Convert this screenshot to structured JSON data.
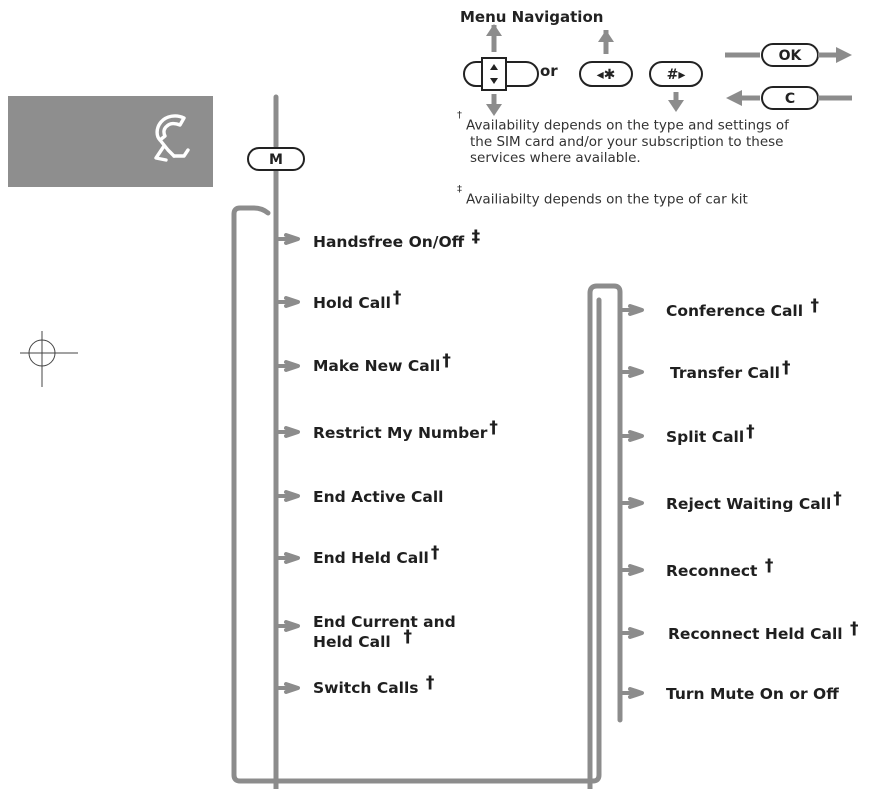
{
  "header": {
    "title": "Menu Navigation",
    "or_label": "or",
    "ok_key": "OK",
    "c_key": "C",
    "star_key": "◂✱",
    "hash_key": "#▸",
    "m_key": "M"
  },
  "notes": {
    "dagger_symbol": "†",
    "dagger_text_1": "Availability depends on the type and settings of",
    "dagger_text_2": "the SIM card and/or your subscription to these",
    "dagger_text_3": "services where available.",
    "ddagger_symbol": "‡",
    "ddagger_text": "Availiabilty depends on the type of car kit"
  },
  "left_menu": [
    {
      "label": "Handsfree On/Off",
      "mark": "‡"
    },
    {
      "label": "Hold Call",
      "mark": "†"
    },
    {
      "label": "Make New Call",
      "mark": "†"
    },
    {
      "label": "Restrict My Number",
      "mark": "†"
    },
    {
      "label": "End Active Call",
      "mark": ""
    },
    {
      "label": "End Held Call",
      "mark": "†"
    },
    {
      "label": "End Current and",
      "mark": ""
    },
    {
      "label": "Held Call",
      "mark": "†"
    },
    {
      "label": "Switch Calls",
      "mark": "†"
    }
  ],
  "right_menu": [
    {
      "label": "Conference Call",
      "mark": "†"
    },
    {
      "label": "Transfer Call",
      "mark": "†"
    },
    {
      "label": "Split Call",
      "mark": "†"
    },
    {
      "label": "Reject Waiting Call",
      "mark": "†"
    },
    {
      "label": "Reconnect",
      "mark": "†"
    },
    {
      "label": "Reconnect Held Call",
      "mark": "†"
    },
    {
      "label": "Turn Mute On or Off",
      "mark": ""
    }
  ],
  "colors": {
    "line": "#8c8c8c",
    "tab": "#8e8e8e",
    "text": "#1f1f1f"
  },
  "icons": [
    "phone-handset-icon",
    "crosshair-icon",
    "navigation-arrow-icon"
  ]
}
